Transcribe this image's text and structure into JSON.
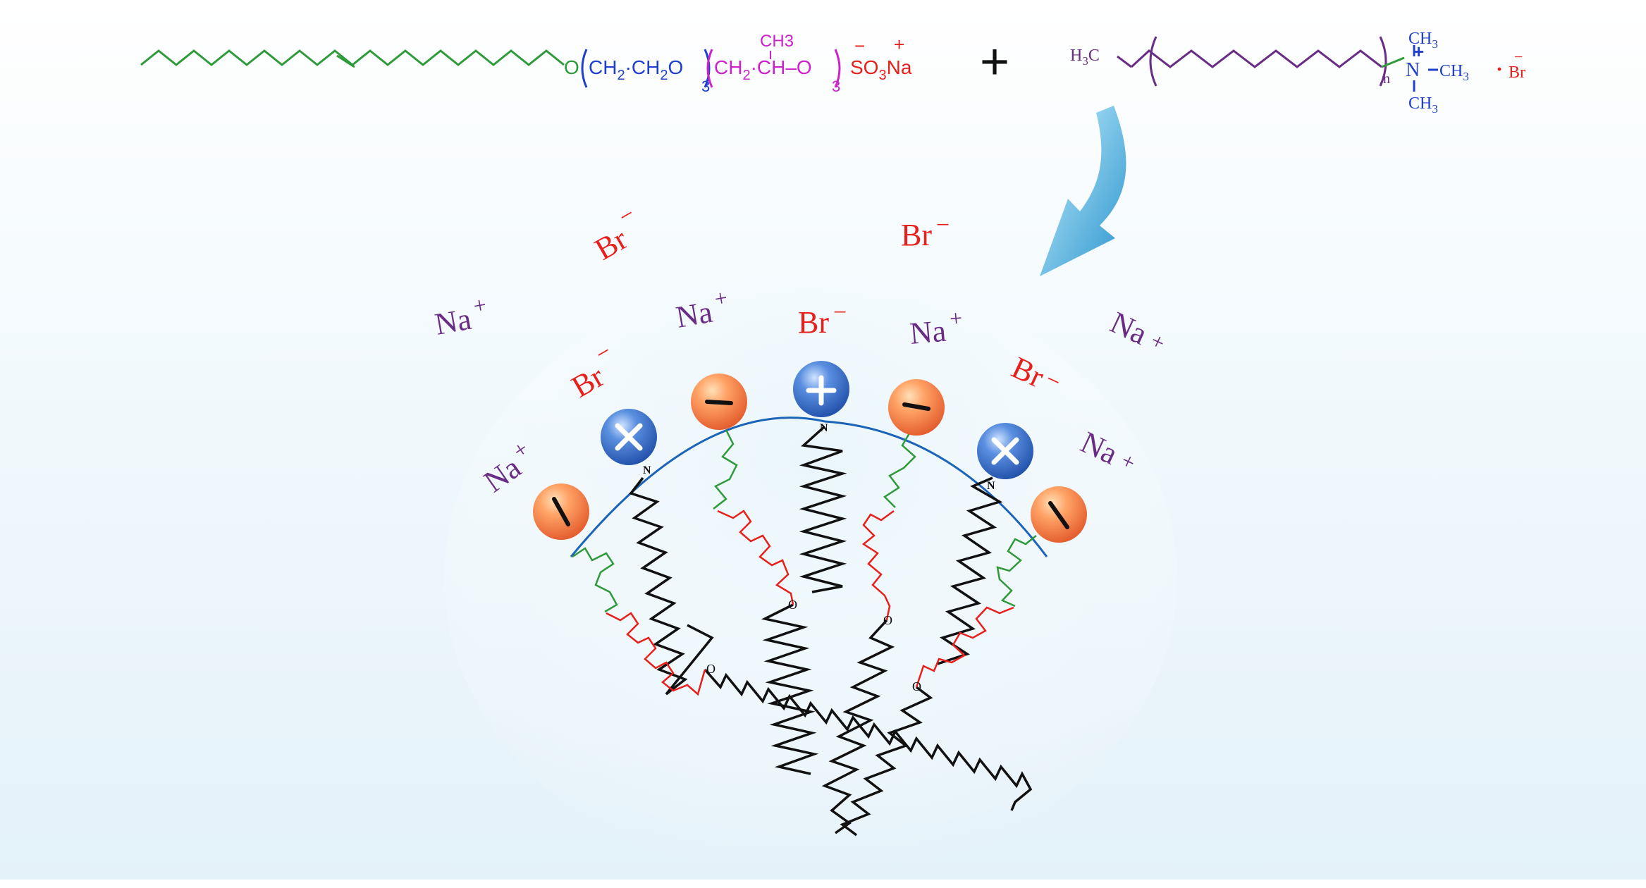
{
  "reactant1": {
    "o_link": "O",
    "eo_unit": "CH",
    "eo_sub1": "2",
    "eo_dot": "·",
    "eo_unit2": "CH",
    "eo_sub2": "2",
    "eo_o": "O",
    "eo_n": "3",
    "po_unit": "CH",
    "po_sub": "2",
    "po_mid": "·CH–O",
    "po_branch": "CH3",
    "po_n": "3",
    "sulfonate": "SO",
    "sulfonate_sub": "3",
    "sulfonate_na": "Na",
    "charge_minus": "−",
    "charge_plus": "+"
  },
  "plus_sign": "+",
  "reactant2": {
    "methyl": "H3C",
    "n": "n",
    "nitrogen": "N",
    "charge_plus": "+",
    "ch3_top": "CH3",
    "ch3_right": "CH3",
    "ch3_bottom": "CH3",
    "dot": "·",
    "bromide": "Br",
    "bromide_charge": "−"
  },
  "ions": {
    "br_label": "Br",
    "na_label": "Na",
    "minus": "−",
    "plus": "+"
  },
  "head_n_label": "N",
  "tail_o_label": "O",
  "colors": {
    "oleyl_chain": "#2e9a3a",
    "eo_segment": "#1f3fcc",
    "po_segment": "#cc22cc",
    "sulfonate": "#e8201c",
    "ctab_chain": "#6a2d86",
    "ctab_head": "#1f3fcc",
    "bromide": "#e8201c",
    "sodium": "#6a2d86",
    "arrow": "#3aa6d8",
    "micelle_surface": "#1b64b8"
  }
}
